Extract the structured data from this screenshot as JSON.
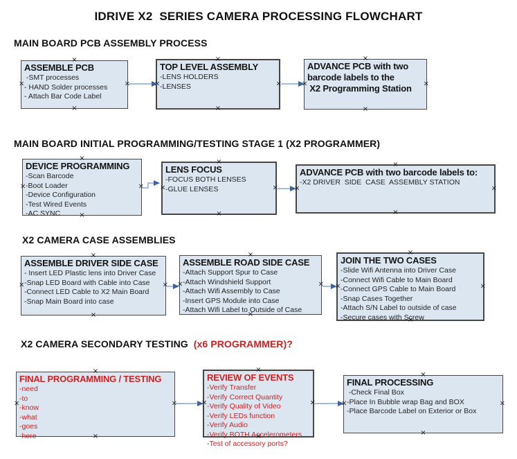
{
  "title": "IDRIVE X2  SERIES CAMERA PROCESSING FLOWCHART",
  "colors": {
    "box_fill": "#dce6f1",
    "box_border": "#474747",
    "red": "#cc2222",
    "arrow_line": "#95b3d7",
    "arrow_head": "#3e62a0"
  },
  "sections": [
    {
      "heading": "MAIN BOARD PCB ASSEMBLY PROCESS",
      "heading_red": "",
      "boxes": [
        {
          "title": "ASSEMBLE PCB",
          "items": [
            " -SMT processes",
            "- HAND Solder processes",
            "- Attach Bar Code Label"
          ]
        },
        {
          "title": "TOP LEVEL ASSEMBLY",
          "items": [
            "-LENS HOLDERS",
            "-LENSES"
          ]
        },
        {
          "title": "ADVANCE PCB with two\nbarcode labels to the\n X2 Programming Station",
          "items": []
        }
      ]
    },
    {
      "heading": "MAIN BOARD INITIAL PROGRAMMING/TESTING STAGE 1 (X2 PROGRAMMER)",
      "heading_red": "",
      "boxes": [
        {
          "title": "DEVICE PROGRAMMING",
          "items": [
            "-Scan Barcode",
            "-Boot Loader",
            "-Device Configuration",
            "-Test Wired Events",
            "-AC SYNC"
          ]
        },
        {
          "title": "LENS FOCUS",
          "items": [
            "-FOCUS BOTH LENSES",
            "-GLUE LENSES"
          ]
        },
        {
          "title": "ADVANCE PCB with two barcode labels to:",
          "items": [
            "-X2 DRIVER  SIDE  CASE  ASSEMBLY STATION"
          ]
        }
      ]
    },
    {
      "heading": "X2 CAMERA CASE ASSEMBLIES",
      "heading_red": "",
      "boxes": [
        {
          "title": "ASSEMBLE DRIVER SIDE CASE",
          "items": [
            "- Insert LED Plastic lens into Driver Case",
            "-Snap LED Board with Cable into Case",
            "-Connect LED Cable to X2 Main Board",
            "-Snap Main Board into case"
          ]
        },
        {
          "title": "ASSEMBLE ROAD SIDE CASE",
          "items": [
            "-Attach Support Spur to Case",
            "-Attach Windshield Support",
            "-Attach Wifi Assembly to Case",
            "-Insert GPS Module into Case",
            "-Attach Wifi Label to Outside of Case"
          ]
        },
        {
          "title": "JOIN THE TWO CASES",
          "items": [
            "-Slide Wifi Antenna into Driver Case",
            "-Connect Wifi Cable to Main Board",
            "-Connect GPS Cable to Main Board",
            "-Snap Cases Together",
            "-Attach S/N Label to outside of case",
            "-Secure cases with Screw"
          ]
        }
      ]
    },
    {
      "heading": "X2 CAMERA SECONDARY TESTING",
      "heading_red": "  (x6 PROGRAMMER)?",
      "boxes": [
        {
          "title": "FINAL PROGRAMMING / TESTING",
          "items": [
            "-need",
            "-to",
            "-know",
            "-what",
            "-goes",
            "-here"
          ]
        },
        {
          "title": "REVIEW OF EVENTS",
          "items": [
            "-Verify Transfer",
            "-Verify Correct Quantity",
            "-Verify Quality of Video",
            "-Verify LEDs function",
            "-Verify Audio",
            "-Verify BOTH Accelerometers",
            "-Test of accessory ports?"
          ]
        },
        {
          "title": "FINAL PROCESSING",
          "items": [
            " -Check Final Box",
            "-Place In Bubble wrap Bag and BOX",
            "-Place Barcode Label on Exterior or Box"
          ]
        }
      ]
    }
  ]
}
